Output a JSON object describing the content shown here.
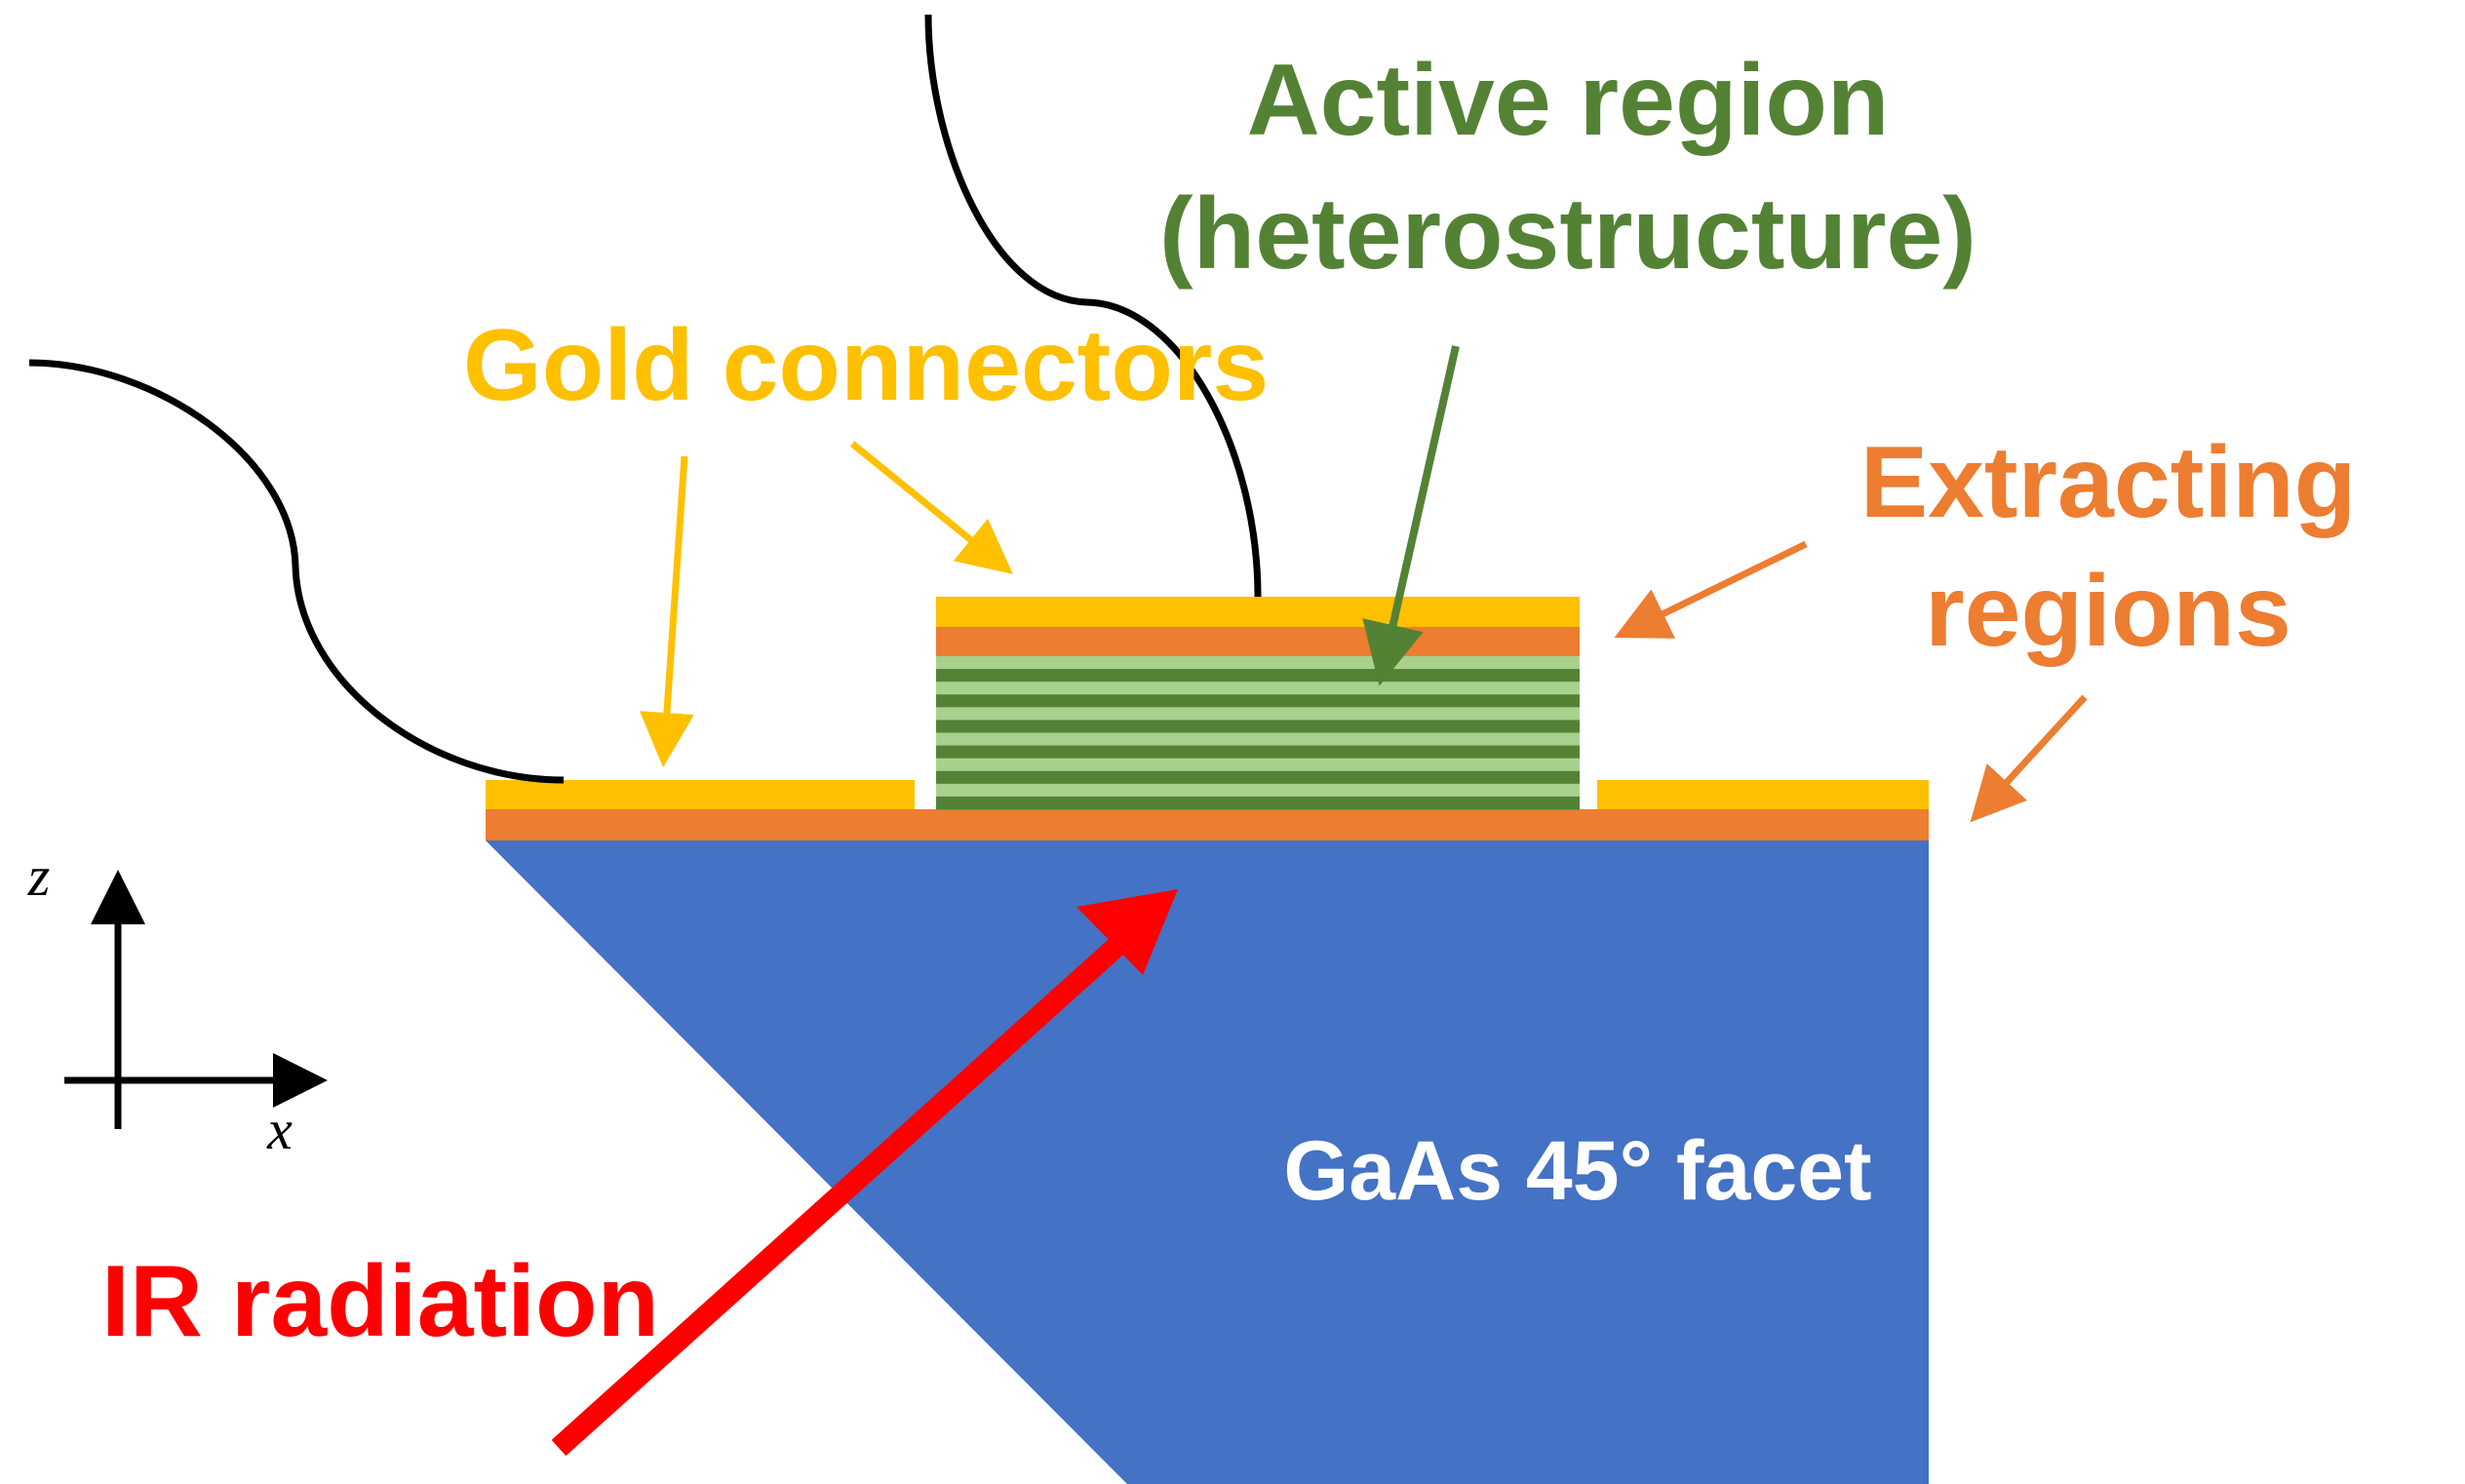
{
  "labels": {
    "active_region_line1": "Active region",
    "active_region_line2": "(heterostructure)",
    "gold_connectors": "Gold connectors",
    "extracting_regions_line1": "Extracting",
    "extracting_regions_line2": "regions",
    "substrate": "GaAs 45° facet",
    "ir_radiation": "IR radiation",
    "axis_z": "z",
    "axis_x": "x"
  },
  "colors": {
    "substrate": "#4472C4",
    "gold": "#FFC000",
    "extracting": "#ED7D31",
    "active_dark": "#548235",
    "active_light": "#A9D18E",
    "ir": "#FF0000",
    "wire": "#000000",
    "substrate_text": "#FFFFFF"
  },
  "active_region_stripes": {
    "dark_layers": 6,
    "light_layers": 6
  }
}
